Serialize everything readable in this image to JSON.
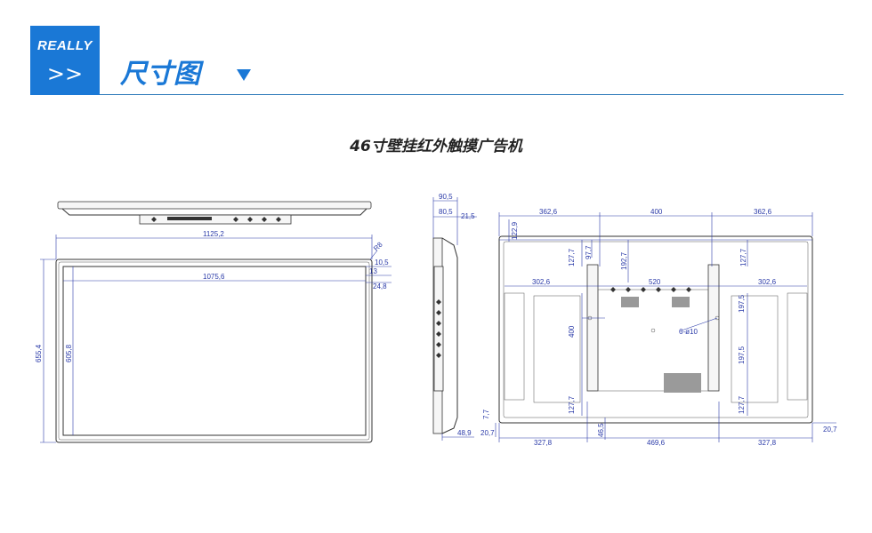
{
  "header": {
    "logo_text": "REALLY",
    "logo_chevrons": ">>",
    "section_title": "尺寸图"
  },
  "drawing": {
    "title": "46寸壁挂红外触摸广告机",
    "front_view": {
      "overall_width": "1125,2",
      "screen_width": "1075,6",
      "overall_height": "655,4",
      "screen_height": "605,8",
      "corner": "R8",
      "bezel_top": "10,5",
      "bezel_side": "13",
      "bezel_total": "24,8"
    },
    "side_view": {
      "depth_total": "90,5",
      "depth_body": "80,5",
      "depth_front": "21,5",
      "bottom_depth": "48,9"
    },
    "back_view": {
      "top_left": "362,6",
      "top_mid": "400",
      "top_right": "362,6",
      "top_offset": "122,9",
      "bracket_w": "520",
      "side_left": "302,6",
      "side_right": "302,6",
      "vert_a": "127,7",
      "vert_b": "97,7",
      "vert_c": "192,7",
      "vert_d": "127,7",
      "vert_e": "197,5",
      "vert_f": "197,5",
      "vert_g": "127,7",
      "vert_h": "127,7",
      "vesa_v": "400",
      "hole_spec": "6-ø10",
      "bottom_left": "327,8",
      "bottom_mid": "469,6",
      "bottom_right": "327,8",
      "bottom_offset": "46,5",
      "edge_left_a": "7,7",
      "edge_left_b": "20,7",
      "edge_right": "20,7"
    }
  }
}
